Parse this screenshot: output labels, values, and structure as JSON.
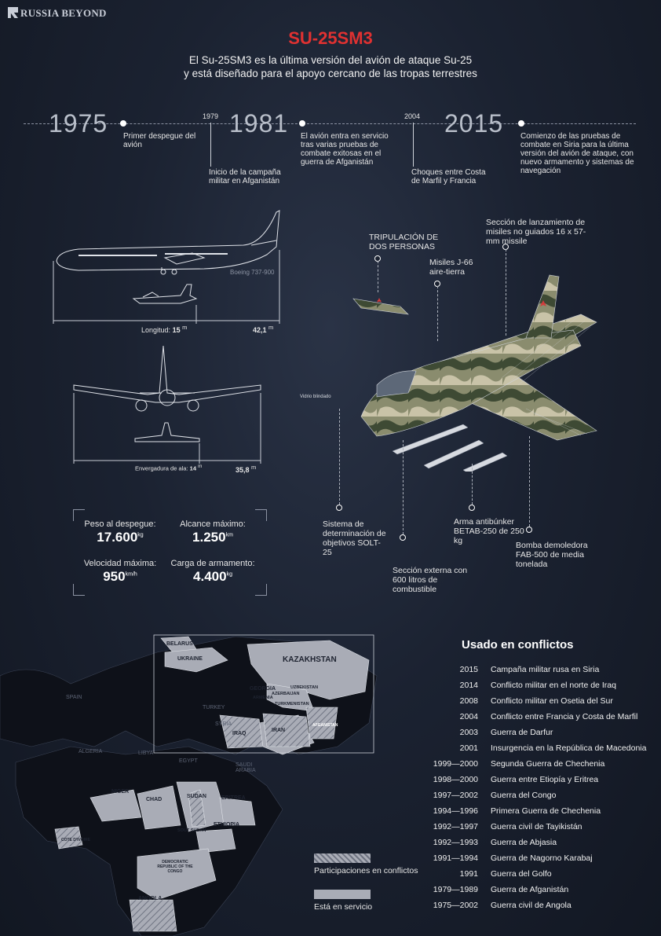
{
  "brand": "RUSSIA BEYOND",
  "title": "SU-25SM3",
  "subtitle_line1": "El Su-25SM3 es la última versión del avión de ataque Su-25",
  "subtitle_line2": "y está diseñado para el apoyo cercano de las tropas terrestres",
  "timeline": {
    "big_years": [
      "1975",
      "1981",
      "2015"
    ],
    "events": [
      {
        "text": "Primer despegue del avión"
      },
      {
        "year": "1979",
        "text": "Inicio de la campaña militar en Afganistán"
      },
      {
        "text": "El avión entra en servicio tras varias pruebas de combate exitosas en el guerra de Afganistán"
      },
      {
        "year": "2004",
        "text": "Choques entre Costa de Marfil y Francia"
      },
      {
        "text": "Comienzo de las pruebas de combate en Siria para la última versión del avión de ataque, con nuevo armamento y sistemas de navegación"
      }
    ]
  },
  "comparison": {
    "boeing_label": "Boeing 737-900",
    "length_label": "Longitud:",
    "length_su": "15",
    "length_boeing": "42,1",
    "wingspan_label": "Envergadura de ala:",
    "wingspan_su": "14",
    "wingspan_boeing": "35,8",
    "unit": "m"
  },
  "stats": [
    {
      "label": "Peso al despegue:",
      "value": "17.600",
      "unit": "kg"
    },
    {
      "label": "Alcance máximo:",
      "value": "1.250",
      "unit": "km"
    },
    {
      "label": "Velocidad máxima:",
      "value": "950",
      "unit": "km/h"
    },
    {
      "label": "Carga de armamento:",
      "value": "4.400",
      "unit": "kg"
    }
  ],
  "callouts": {
    "crew": "TRIPULACIÓN DE DOS PERSONAS",
    "missiles": "Misiles J-66 aire-tierra",
    "launcher": "Sección de lanzamiento de misiles no guiados 16 x 57-mm missile",
    "armored": "Vidrio blindado",
    "targeting": "Sistema de determinación de objetivos SOLT-25",
    "fuel": "Sección externa con 600 litros de combustible",
    "bunker": "Arma antibúnker BETAB-250 de 250 kg",
    "bomb": "Bomba demoledora FAB-500 de media tonelada"
  },
  "map": {
    "countries_active": [
      "KAZAKHSTAN",
      "BELARUS",
      "UKRAINE",
      "GEORGIA",
      "ARMENIA",
      "AZERBAIJAN",
      "UZBEKISTAN",
      "TURKMENISTAN",
      "IRAQ",
      "IRAN",
      "NIGER",
      "CHAD",
      "SUDAN",
      "ERITREA",
      "ETHIOPIA",
      "SOUT SUDAN",
      "DEMOCRATIC REPUBLIC OF THE CONGO",
      "ANGOLA",
      "COTE D'IVOIRE",
      "AFGANISTAN"
    ],
    "countries_other": [
      "SPAIN",
      "ALGERIA",
      "LIBYA",
      "EGYPT",
      "TURKEY",
      "SYRIA",
      "SAUDI ARABIA"
    ],
    "legend_conflict": "Participaciones en conflictos",
    "legend_service": "Está en servicio"
  },
  "conflicts_title": "Usado en conflictos",
  "conflicts": [
    {
      "years": "2015",
      "name": "Campaña militar rusa en Siria"
    },
    {
      "years": "2014",
      "name": "Conflicto militar en el norte de Iraq"
    },
    {
      "years": "2008",
      "name": "Conflicto militar en Osetia del Sur"
    },
    {
      "years": "2004",
      "name": "Conflicto entre Francia y Costa de Marfil"
    },
    {
      "years": "2003",
      "name": "Guerra de Darfur"
    },
    {
      "years": "2001",
      "name": "Insurgencia en la República de Macedonia"
    },
    {
      "years": "1999—2000",
      "name": "Segunda Guerra de Chechenia"
    },
    {
      "years": "1998—2000",
      "name": "Guerra entre Etiopía y Eritrea"
    },
    {
      "years": "1997—2002",
      "name": "Guerra del Congo"
    },
    {
      "years": "1994—1996",
      "name": "Primera Guerra de Chechenia"
    },
    {
      "years": "1992—1997",
      "name": "Guerra civil de Tayikistán"
    },
    {
      "years": "1992—1993",
      "name": "Guerra de Abjasia"
    },
    {
      "years": "1991—1994",
      "name": "Guerra de Nagorno Karabaj"
    },
    {
      "years": "1991",
      "name": "Guerra del Golfo"
    },
    {
      "years": "1979—1989",
      "name": "Guerra de Afganistán"
    },
    {
      "years": "1975—2002",
      "name": "Guerra civil de Angola"
    }
  ],
  "colors": {
    "accent": "#e03131",
    "background": "#1b2231",
    "active_country": "#a9acb6"
  }
}
